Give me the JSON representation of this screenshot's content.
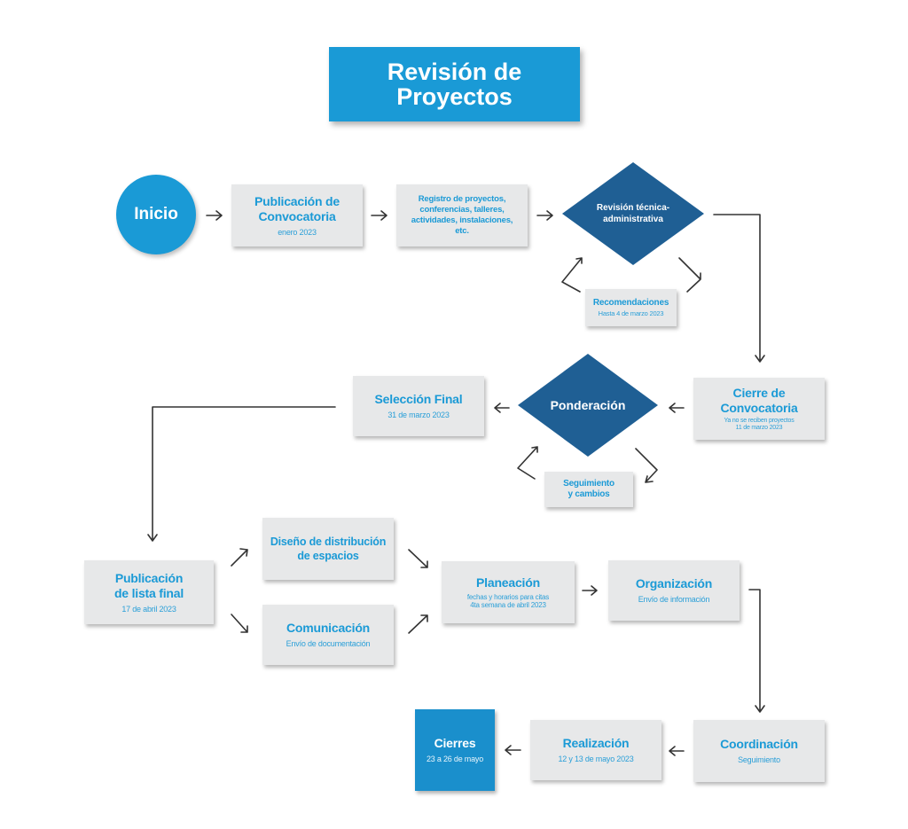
{
  "title": {
    "line1": "Revisión de",
    "line2": "Proyectos"
  },
  "start": "Inicio",
  "nodes": {
    "publicacion_convocatoria": {
      "title_l1": "Publicación de",
      "title_l2": "Convocatoria",
      "sub": "enero 2023"
    },
    "registro": {
      "l1": "Registro de proyectos,",
      "l2": "conferencias, talleres,",
      "l3": "actividades, instalaciones,",
      "l4": "etc."
    },
    "revision_tecnica": {
      "l1": "Revisión técnica-",
      "l2": "administrativa"
    },
    "recomendaciones": {
      "title": "Recomendaciones",
      "sub": "Hasta 4 de marzo 2023"
    },
    "cierre_convocatoria": {
      "title_l1": "Cierre de",
      "title_l2": "Convocatoria",
      "sub_l1": "Ya no se reciben proyectos",
      "sub_l2": "11 de marzo 2023"
    },
    "ponderacion": "Ponderación",
    "seguimiento_cambios": {
      "l1": "Seguimiento",
      "l2": "y cambios"
    },
    "seleccion_final": {
      "title": "Selección Final",
      "sub": "31 de marzo 2023"
    },
    "publicacion_lista": {
      "title_l1": "Publicación",
      "title_l2": "de lista final",
      "sub": "17 de abril 2023"
    },
    "diseno": {
      "l1": "Diseño de distribución",
      "l2": "de espacios"
    },
    "comunicacion": {
      "title": "Comunicación",
      "sub": "Envío de documentación"
    },
    "planeacion": {
      "title": "Planeación",
      "sub_l1": "fechas y horarios para citas",
      "sub_l2": "4ta semana de abril 2023"
    },
    "organizacion": {
      "title": "Organización",
      "sub": "Envío de información"
    },
    "coordinacion": {
      "title": "Coordinación",
      "sub": "Seguimiento"
    },
    "realizacion": {
      "title": "Realización",
      "sub": "12 y 13 de mayo 2023"
    },
    "cierres": {
      "title": "Cierres",
      "sub": "23 a 26 de mayo"
    }
  },
  "colors": {
    "accent": "#1a9ad6",
    "diamond": "#1f5f94",
    "box": "#e7e8e9",
    "arrow": "#333333"
  }
}
